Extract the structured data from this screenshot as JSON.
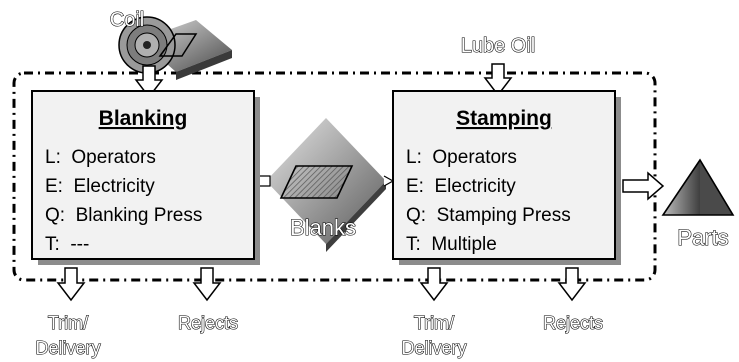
{
  "inputs": {
    "coil_label": "Coil",
    "lube_label": "Lube Oil"
  },
  "blanking": {
    "title": "Blanking",
    "lines": [
      "L:  Operators",
      "E:  Electricity",
      "Q:  Blanking Press",
      "T:  ---"
    ]
  },
  "stamping": {
    "title": "Stamping",
    "lines": [
      "L:  Operators",
      "E:  Electricity",
      "Q:  Stamping Press",
      "T:  Multiple"
    ]
  },
  "intermediate": {
    "label": "Blanks"
  },
  "output": {
    "label": "Parts"
  },
  "outflows": {
    "blanking_trim": [
      "Trim/",
      "Delivery"
    ],
    "blanking_rejects": "Rejects",
    "stamping_trim": [
      "Trim/",
      "Delivery"
    ],
    "stamping_rejects": "Rejects"
  },
  "colors": {
    "box_fill": "#f2f2f2",
    "object_dark": "#6a6a6a",
    "object_light": "#d9d9d9"
  }
}
